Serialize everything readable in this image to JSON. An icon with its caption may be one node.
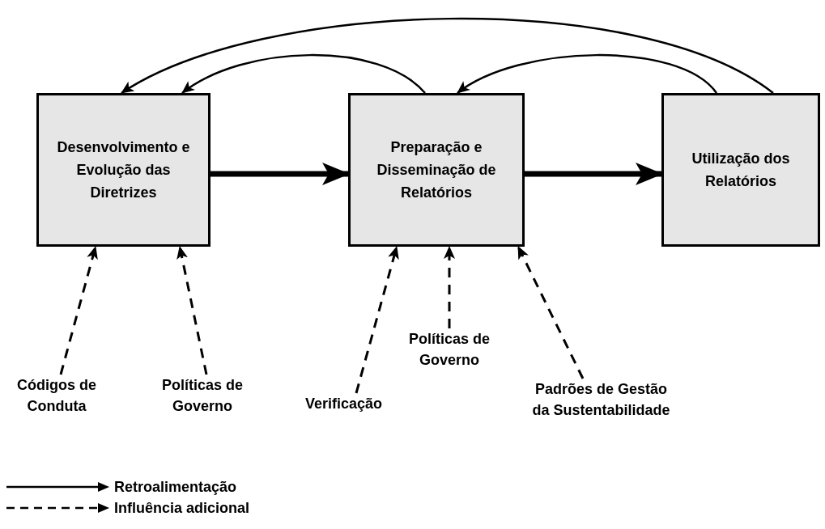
{
  "diagram": {
    "nodes": [
      {
        "text": [
          "Desenvolvimento e Evolução das Diretrizes"
        ]
      },
      {
        "text": [
          "Preparação e Disseminação de Relatórios"
        ]
      },
      {
        "text": [
          "Utilização dos Relatórios"
        ]
      },
      {
        "text": [
          "Códigos de Conduta"
        ]
      },
      {
        "text": [
          "Políticas de Governo"
        ]
      },
      {
        "text": [
          "Verificação"
        ]
      },
      {
        "text": [
          "Políticas de Governo"
        ]
      },
      {
        "text": [
          "Padrões de Gestão da Sustentabilidade"
        ]
      }
    ],
    "edges": [
      {
        "from": 0,
        "to": 1,
        "arrow": "to",
        "style": "thick"
      },
      {
        "from": 1,
        "to": 2,
        "arrow": "to",
        "style": "thick"
      },
      {
        "from": 2,
        "to": 0,
        "arrow": "to"
      },
      {
        "from": 1,
        "to": 0,
        "arrow": "to"
      },
      {
        "from": 2,
        "to": 1,
        "arrow": "to"
      },
      {
        "from": 3,
        "to": 0,
        "arrow": "to",
        "style": "dashed"
      },
      {
        "from": 4,
        "to": 0,
        "arrow": "to",
        "style": "dashed"
      },
      {
        "from": 5,
        "to": 1,
        "arrow": "to",
        "style": "dashed"
      },
      {
        "from": 6,
        "to": 1,
        "arrow": "to",
        "style": "dashed"
      },
      {
        "from": 7,
        "to": 1,
        "arrow": "to",
        "style": "dashed"
      }
    ],
    "legend": [
      {
        "text": "Retroalimentação"
      },
      {
        "text": "Influência adicional"
      }
    ]
  }
}
